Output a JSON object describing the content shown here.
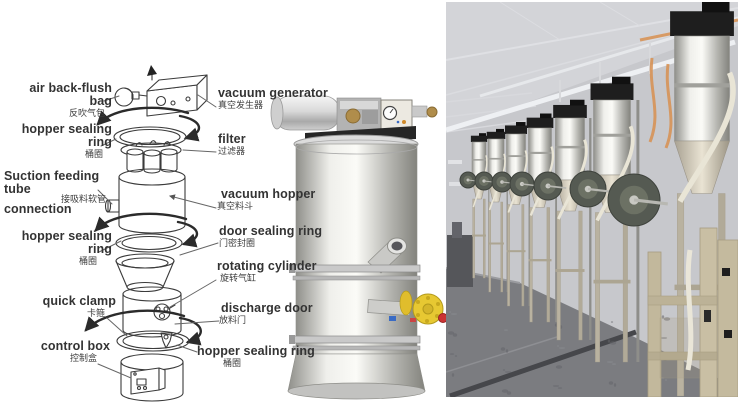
{
  "page": {
    "background": "#ffffff"
  },
  "diagram": {
    "labels": {
      "air_back_flush_bag": {
        "en": "air back-flush bag",
        "zh": "反吹气包"
      },
      "hopper_sealing_ring_1": {
        "en": "hopper sealing ring",
        "zh": "桶圈"
      },
      "suction_feeding_tube": {
        "en_line1": "Suction feeding tube",
        "en_line2": "connection",
        "zh": "接吸料软管"
      },
      "hopper_sealing_ring_2": {
        "en": "hopper sealing ring",
        "zh": "桶圈"
      },
      "quick_clamp": {
        "en": "quick clamp",
        "zh": "卡箍"
      },
      "control_box": {
        "en": "control box",
        "zh": "控制盒"
      },
      "vacuum_generator": {
        "en": "vacuum generator",
        "zh": "真空发生器"
      },
      "filter": {
        "en": "filter",
        "zh": "过滤器"
      },
      "vacuum_hopper": {
        "en": "vacuum hopper",
        "zh": "真空料斗"
      },
      "door_sealing_ring": {
        "en": "door sealing ring",
        "zh": "门密封圈"
      },
      "rotating_cylinder": {
        "en": "rotating cylinder",
        "zh": "旋转气缸"
      },
      "discharge_door": {
        "en": "discharge door",
        "zh": "放料门"
      },
      "hopper_sealing_ring_3": {
        "en": "hopper sealing ring",
        "zh": "桶圈"
      }
    }
  },
  "factory": {
    "machine_count": 7
  },
  "colors": {
    "label_text": "#333333",
    "line_art": "#3b3b3b",
    "valve_yellow": "#e7c832",
    "valve_red": "#cc3333",
    "steel_light": "#f2f2f2",
    "steel_dark": "#8f8f8f",
    "photo_wall": "#c7c8cc",
    "photo_ceiling": "#d3d4d8",
    "photo_floor": "#7b7c80",
    "cable_orange": "#d89050",
    "machine_cap_black": "#1e1e1e",
    "frame_tan": "#c2b89c"
  }
}
